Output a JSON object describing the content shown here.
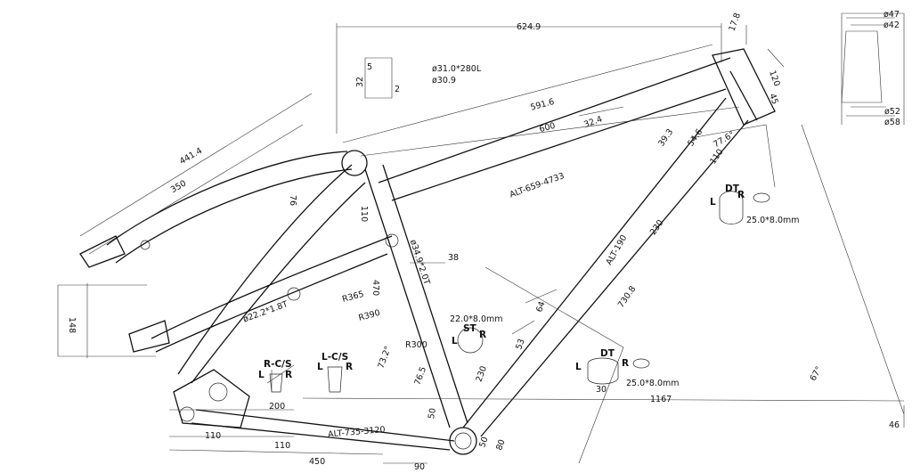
{
  "top": {
    "d624": "624.9",
    "d178": "17.8",
    "d120": "120",
    "d45": "45",
    "d47": "ø47",
    "d42": "ø42",
    "d52": "ø52",
    "d58": "ø58"
  },
  "seatpost": {
    "spec1": "ø31.0*280L",
    "spec2": "ø30.9",
    "d5": "5",
    "d32": "32",
    "d2": "2"
  },
  "geo": {
    "d591": "591.6",
    "d600": "600",
    "d441": "441.4",
    "d350": "350",
    "d76": "76",
    "d110a": "110",
    "d148": "148",
    "d470": "470",
    "d365": "R365",
    "d390": "R390",
    "d300": "R300",
    "d732": "73.2°",
    "d765": "76.5",
    "d230a": "230",
    "d50a": "50",
    "d200": "200",
    "d110b": "110",
    "d110c": "110",
    "d450": "450",
    "d90": "90",
    "d1167": "1167",
    "d46": "46",
    "d67": "67°",
    "d7308": "730.8",
    "d230b": "230",
    "d393": "39.3",
    "d546": "54.6",
    "d776": "77.6°",
    "d110d": "110",
    "d64": "64",
    "d53": "53",
    "d38": "38",
    "d30": "30",
    "d324": "32.4",
    "d50b": "50",
    "d80": "80"
  },
  "tubes": {
    "tt": "ALT-659-4733",
    "dt": "ALT-190",
    "cs": "ALT-735-3120",
    "st": "ø34.9*2.0T",
    "ss": "ø22.2*1.8T"
  },
  "sections": {
    "rcs": "R-C/S",
    "lcs": "L-C/S",
    "st": "ST",
    "dt1": "DT",
    "dt2": "DT",
    "L": "L",
    "R": "R",
    "st_dim": "22.0*8.0mm",
    "dt1_dim": "25.0*8.0mm",
    "dt2_dim": "25.0*8.0mm"
  }
}
